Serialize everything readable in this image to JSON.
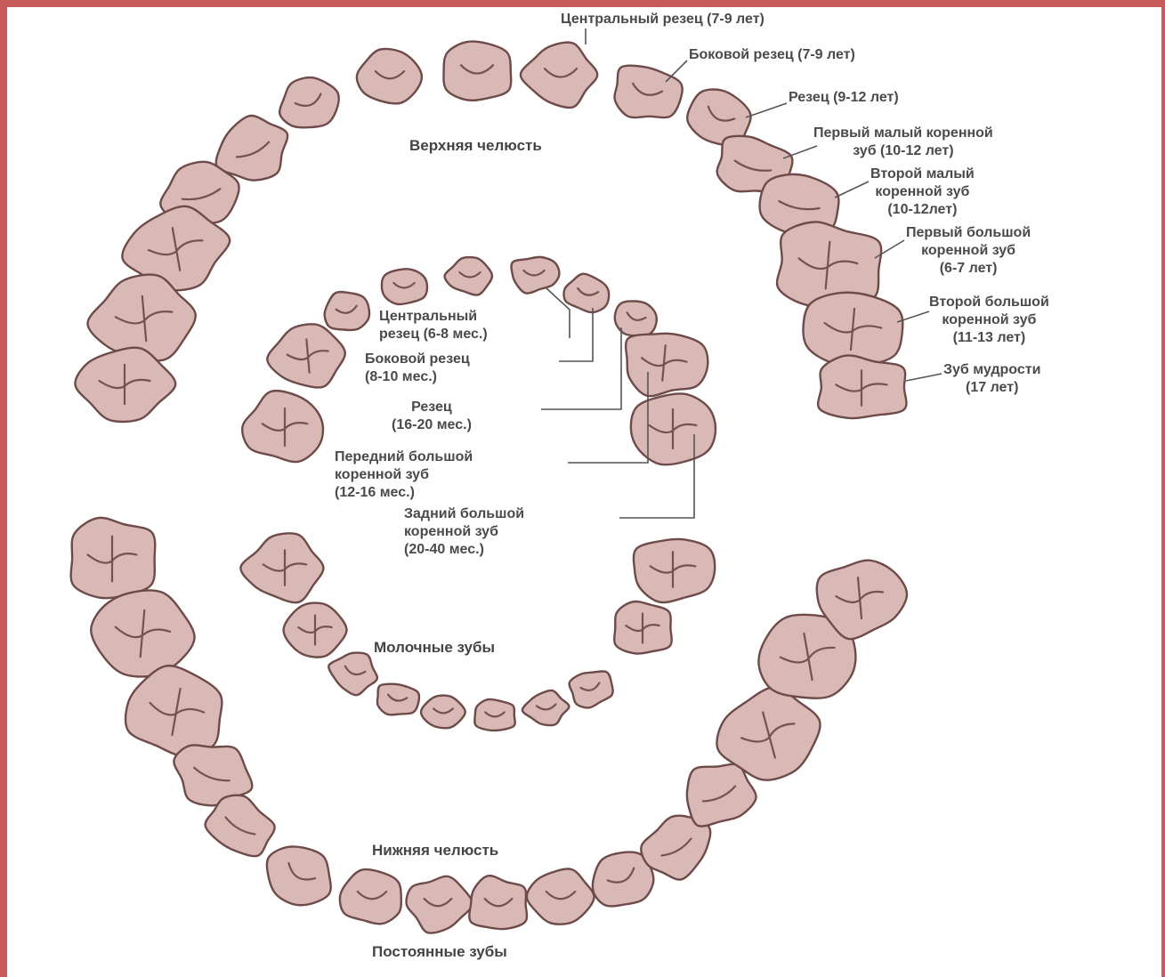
{
  "colors": {
    "frame": "#c85a5a",
    "background": "#ffffff",
    "tooth_fill": "#d9b9b5",
    "tooth_outline": "#6e4a49",
    "label_text": "#4a4a4a"
  },
  "headings": {
    "upper_jaw": "Верхняя челюсть",
    "primary_teeth": "Молочные зубы",
    "lower_jaw": "Нижняя челюсть",
    "permanent_teeth": "Постоянные зубы"
  },
  "permanent_labels": [
    "Центральный резец (7-9 лет)",
    "Боковой резец (7-9 лет)",
    "Резец (9-12 лет)",
    "Первый малый коренной\nзуб (10-12 лет)",
    "Второй малый\nкоренной зуб\n(10-12лет)",
    "Первый большой\nкоренной зуб\n(6-7 лет)",
    "Второй большой\nкоренной зуб\n(11-13 лет)",
    "Зуб мудрости\n(17 лет)"
  ],
  "primary_labels": [
    "Центральный\nрезец (6-8 мес.)",
    "Боковой резец\n(8-10 мес.)",
    "Резец\n(16-20 мес.)",
    "Передний большой\nкоренной зуб\n(12-16 мес.)",
    "Задний большой\nкоренной зуб\n(20-40 мес.)"
  ]
}
